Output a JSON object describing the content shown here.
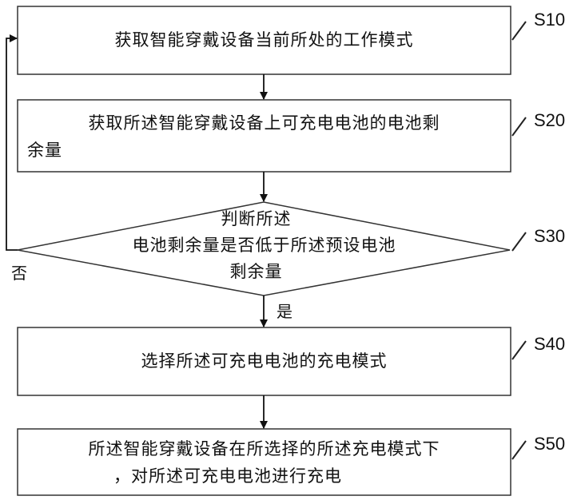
{
  "steps": [
    {
      "id": "S10",
      "text": "获取智能穿戴设备当前所处的工作模式"
    },
    {
      "id": "S20",
      "line1": "获取所述智能穿戴设备上可充电电池的电池剩",
      "line2": "余量"
    },
    {
      "id": "S30",
      "line1": "判断所述",
      "line2": "电池剩余量是否低于所述预设电池",
      "line3": "剩余量"
    },
    {
      "id": "S40",
      "text": "选择所述可充电电池的充电模式"
    },
    {
      "id": "S50",
      "line1": "所述智能穿戴设备在所选择的所述充电模式下",
      "line2": "，对所述可充电电池进行充电"
    }
  ],
  "branches": {
    "no": "否",
    "yes": "是"
  }
}
